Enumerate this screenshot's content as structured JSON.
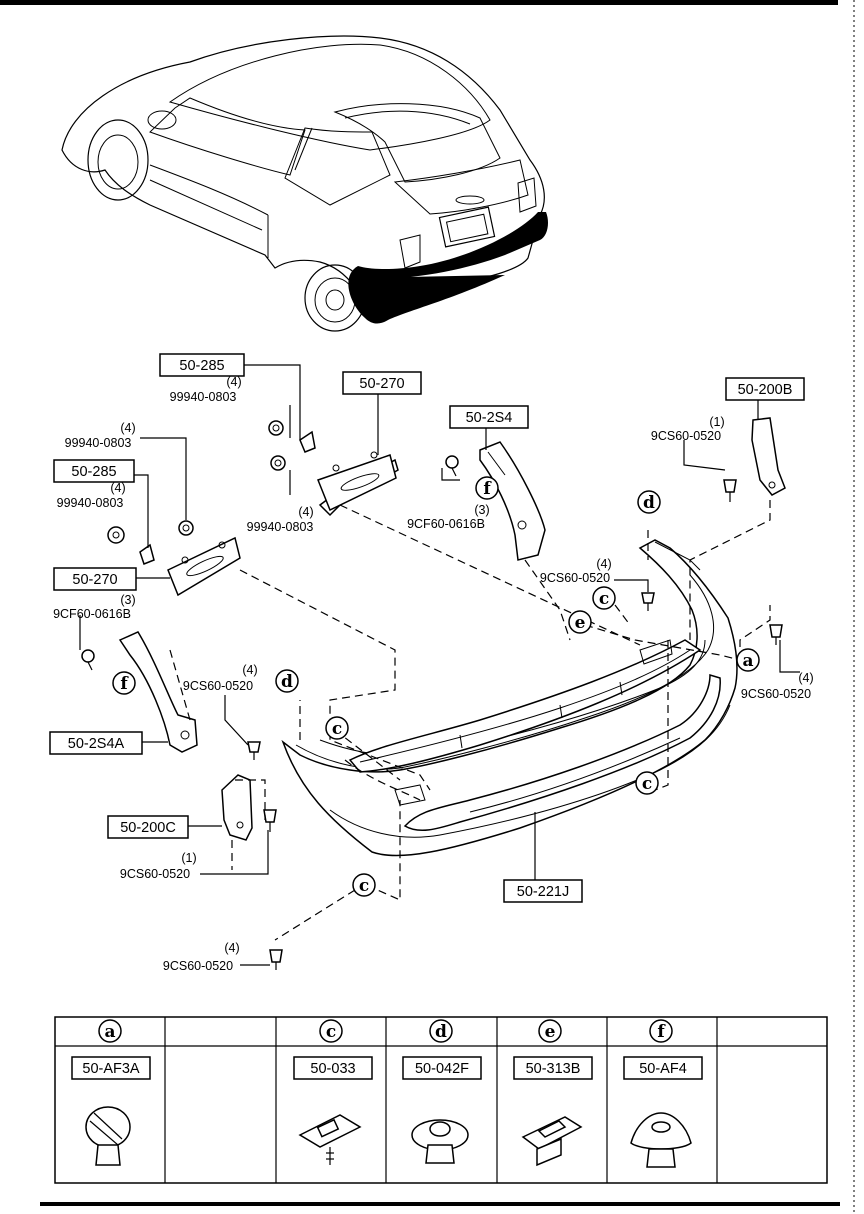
{
  "callout_boxes": {
    "b285_top": "50-285",
    "b270_top": "50-270",
    "b2s4": "50-2S4",
    "b200b": "50-200B",
    "b285_left": "50-285",
    "b270_left": "50-270",
    "b2s4a": "50-2S4A",
    "b200c": "50-200C",
    "b221j": "50-221J"
  },
  "part_labels": {
    "q_top_nut": "(4)",
    "p_top_nut": "99940-0803",
    "q_left_nut": "(4)",
    "p_left_nut_a": "99940-0803",
    "q_left_nut2": "(4)",
    "p_left_nut_b": "99940-0803",
    "q_mid_nut": "(4)",
    "p_mid_nut": "99940-0803",
    "q_screw_r": "(3)",
    "p_screw_r": "9CF60-0616B",
    "q_screw_l": "(3)",
    "p_screw_l": "9CF60-0616B",
    "q_clip_200b": "(1)",
    "p_clip_200b": "9CS60-0520",
    "q_clip_d_r": "(4)",
    "p_clip_d_r": "9CS60-0520",
    "q_clip_far_r": "(4)",
    "p_clip_far_r": "9CS60-0520",
    "q_clip_d_l": "(4)",
    "p_clip_d_l": "9CS60-0520",
    "q_clip_200c": "(1)",
    "p_clip_200c": "9CS60-0520",
    "q_clip_bottom": "(4)",
    "p_clip_bottom": "9CS60-0520"
  },
  "letter_markers": {
    "d_right": "d",
    "f_right": "f",
    "c_right": "c",
    "e_right": "e",
    "a_right": "a",
    "f_left": "f",
    "d_left": "d",
    "c_left": "c",
    "c_far_right": "c",
    "c_bottom": "c"
  },
  "legend": {
    "columns": [
      {
        "letter": "a",
        "part": "50-AF3A"
      },
      {
        "letter": "",
        "part": ""
      },
      {
        "letter": "c",
        "part": "50-033"
      },
      {
        "letter": "d",
        "part": "50-042F"
      },
      {
        "letter": "e",
        "part": "50-313B"
      },
      {
        "letter": "f",
        "part": "50-AF4"
      },
      {
        "letter": "",
        "part": ""
      }
    ]
  }
}
